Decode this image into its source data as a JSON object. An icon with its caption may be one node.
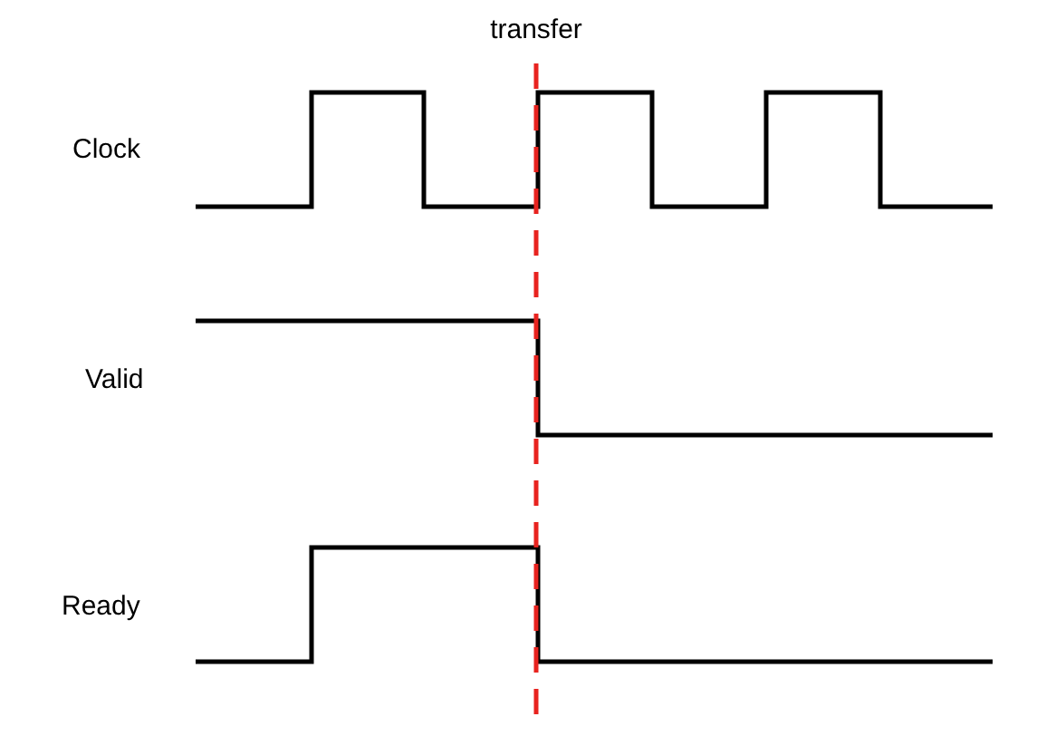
{
  "diagram": {
    "labels": [
      "transfer",
      "Clock",
      "Valid",
      "Ready"
    ]
  }
}
